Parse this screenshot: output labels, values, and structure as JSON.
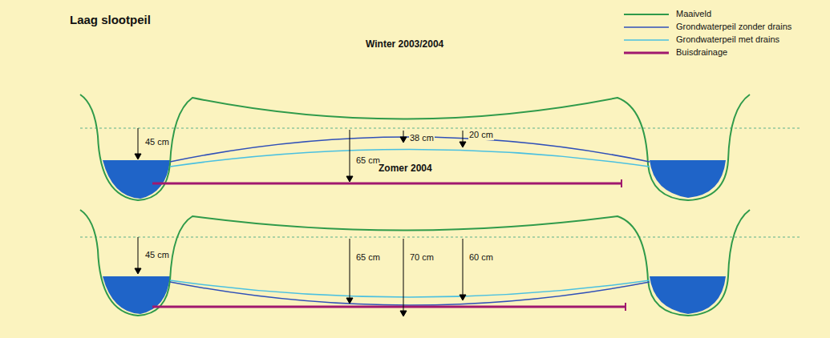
{
  "diagram": {
    "title": "Laag slootpeil",
    "labels": [
      "Winter 2003/2004",
      "45 cm",
      "38 cm",
      "20 cm",
      "65 cm",
      "Zomer 2004",
      "45 cm",
      "65 cm",
      "70 cm",
      "60 cm"
    ],
    "legend": [
      {
        "text": "Maaiveld"
      },
      {
        "text": "Grondwaterpeil zonder drains"
      },
      {
        "text": "Grondwaterpeil met drains"
      },
      {
        "text": "Buisdrainage"
      }
    ]
  }
}
